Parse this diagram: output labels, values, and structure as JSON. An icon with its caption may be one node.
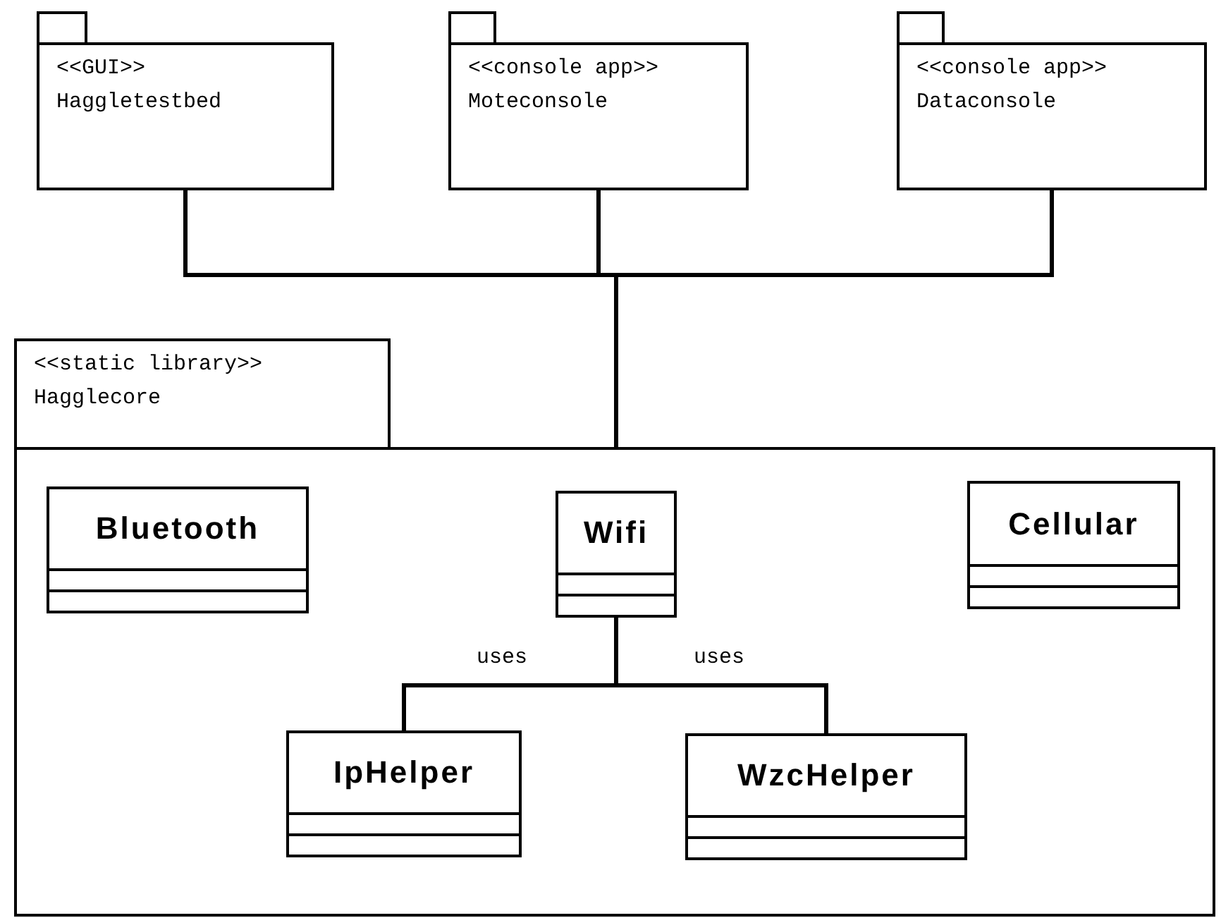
{
  "diagram": {
    "nodes": [
      {
        "text": [
          "<<GUI>>",
          "Haggletestbed"
        ]
      },
      {
        "text": [
          "<<console app>>",
          "Moteconsole"
        ]
      },
      {
        "text": [
          "<<console app>>",
          "Dataconsole"
        ]
      },
      {
        "text": [
          "<<static library>>",
          "Hagglecore"
        ]
      },
      {
        "text": [
          "Bluetooth"
        ],
        "in": 3
      },
      {
        "text": [
          "Wifi"
        ],
        "in": 3
      },
      {
        "text": [
          "Cellular"
        ],
        "in": 3
      },
      {
        "text": [
          "IpHelper"
        ],
        "in": 3
      },
      {
        "text": [
          "WzcHelper"
        ],
        "in": 3
      }
    ],
    "edges": [
      {
        "from": 0,
        "to": 3,
        "arrow": "none"
      },
      {
        "from": 1,
        "to": 3,
        "arrow": "none"
      },
      {
        "from": 2,
        "to": 3,
        "arrow": "none"
      },
      {
        "from": 5,
        "to": 7,
        "arrow": "none",
        "label": "uses"
      },
      {
        "from": 5,
        "to": 8,
        "arrow": "none",
        "label": "uses"
      }
    ]
  }
}
